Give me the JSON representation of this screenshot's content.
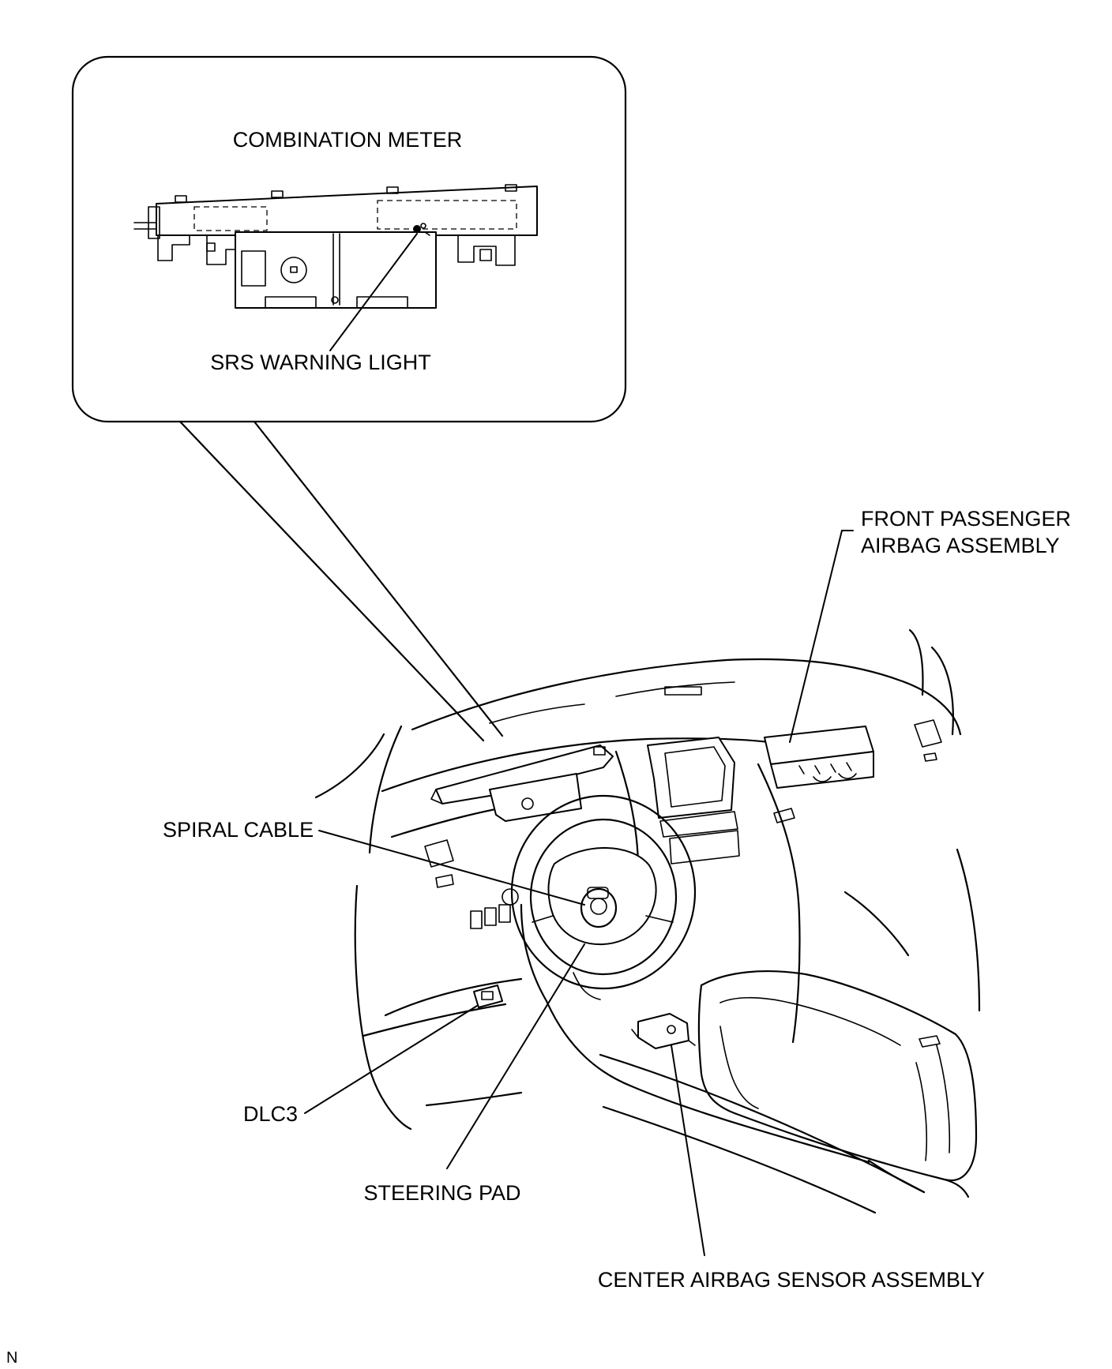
{
  "callout": {
    "title": "COMBINATION METER",
    "warning_label": "SRS WARNING LIGHT"
  },
  "labels": {
    "front_passenger_line1": "FRONT PASSENGER",
    "front_passenger_line2": "AIRBAG ASSEMBLY",
    "spiral_cable": "SPIRAL CABLE",
    "dlc3": "DLC3",
    "steering_pad": "STEERING PAD",
    "center_sensor": "CENTER AIRBAG SENSOR ASSEMBLY"
  },
  "corner_mark": "N"
}
